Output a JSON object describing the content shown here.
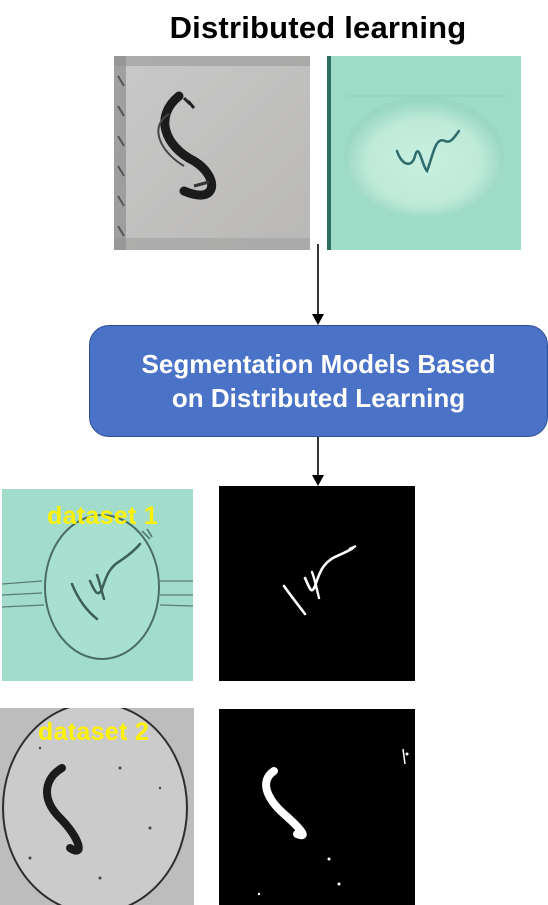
{
  "title": "Distributed learning",
  "model_box": {
    "text": "Segmentation Models Based\non Distributed Learning"
  },
  "datasets": [
    {
      "label": "dataset 1"
    },
    {
      "label": "dataset 2"
    }
  ],
  "colors": {
    "box_fill": "#4a73c7",
    "label_color": "#fff200",
    "teal_bg": "#9fe0cc",
    "gray_bg": "#cfcfcf"
  }
}
